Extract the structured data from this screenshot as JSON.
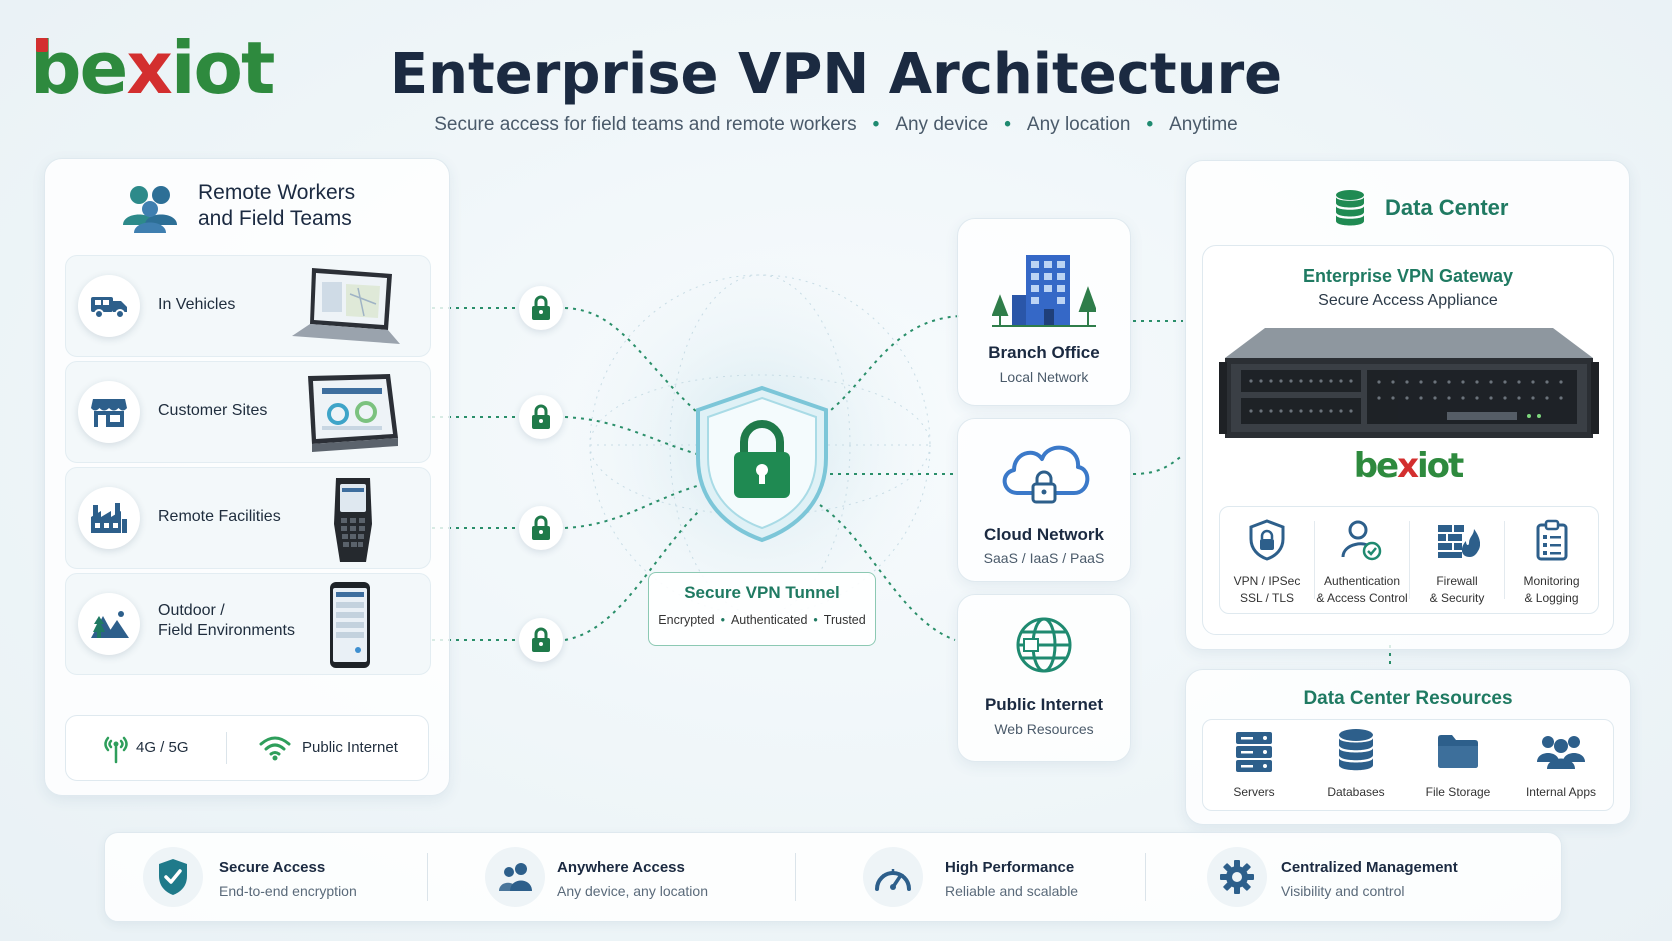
{
  "logo": {
    "text_b": "be",
    "text_x": "x",
    "text_iot": "iot"
  },
  "header": {
    "title": "Enterprise VPN Architecture",
    "subtitle_main": "Secure access for field teams and remote workers",
    "subtitle_items": [
      "Any device",
      "Any location",
      "Anytime"
    ],
    "separator": "•"
  },
  "left_panel": {
    "title_line1": "Remote Workers",
    "title_line2": "and Field Teams",
    "items": [
      {
        "label": "In Vehicles",
        "icon": "truck-icon",
        "device": "laptop"
      },
      {
        "label": "Customer Sites",
        "icon": "store-icon",
        "device": "tablet"
      },
      {
        "label": "Remote Facilities",
        "icon": "factory-icon",
        "device": "handheld-scanner"
      },
      {
        "label_line1": "Outdoor /",
        "label_line2": "Field Environments",
        "icon": "mountains-icon",
        "device": "smartphone"
      }
    ],
    "connectivity": [
      {
        "label": "4G / 5G",
        "icon": "cell-tower-icon"
      },
      {
        "label": "Public Internet",
        "icon": "wifi-icon"
      }
    ]
  },
  "tunnel": {
    "title": "Secure VPN Tunnel",
    "tags": [
      "Encrypted",
      "Authenticated",
      "Trusted"
    ],
    "separator": "•"
  },
  "destinations": [
    {
      "title": "Branch Office",
      "subtitle": "Local Network",
      "icon": "office-building-icon"
    },
    {
      "title": "Cloud Network",
      "subtitle": "SaaS / IaaS / PaaS",
      "icon": "cloud-lock-icon"
    },
    {
      "title": "Public Internet",
      "subtitle": "Web Resources",
      "icon": "globe-icon"
    }
  ],
  "data_center": {
    "title": "Data Center",
    "gateway": {
      "title": "Enterprise VPN Gateway",
      "subtitle": "Secure Access Appliance",
      "brand": "bexiot",
      "features": [
        {
          "line1": "VPN / IPSec",
          "line2": "SSL / TLS",
          "icon": "shield-lock-icon"
        },
        {
          "line1": "Authentication",
          "line2": "& Access Control",
          "icon": "user-check-icon"
        },
        {
          "line1": "Firewall",
          "line2": "& Security",
          "icon": "firewall-icon"
        },
        {
          "line1": "Monitoring",
          "line2": "& Logging",
          "icon": "clipboard-icon"
        }
      ]
    },
    "resources": {
      "title": "Data Center Resources",
      "items": [
        {
          "label": "Servers",
          "icon": "servers-icon"
        },
        {
          "label": "Databases",
          "icon": "database-icon"
        },
        {
          "label": "File Storage",
          "icon": "folder-icon"
        },
        {
          "label": "Internal Apps",
          "icon": "users-group-icon"
        }
      ]
    }
  },
  "footer": [
    {
      "title": "Secure Access",
      "subtitle": "End-to-end encryption",
      "icon": "shield-check-icon"
    },
    {
      "title": "Anywhere Access",
      "subtitle": "Any device, any location",
      "icon": "people-icon"
    },
    {
      "title": "High Performance",
      "subtitle": "Reliable and scalable",
      "icon": "speedometer-icon"
    },
    {
      "title": "Centralized Management",
      "subtitle": "Visibility and control",
      "icon": "gear-icon"
    }
  ],
  "colors": {
    "primary_teal": "#1f7a62",
    "accent_green": "#2e9e5b",
    "navy": "#1b2a41",
    "icon_blue": "#2d5f8b",
    "brand_red": "#d32f2f",
    "brand_green": "#2e8a3e"
  }
}
